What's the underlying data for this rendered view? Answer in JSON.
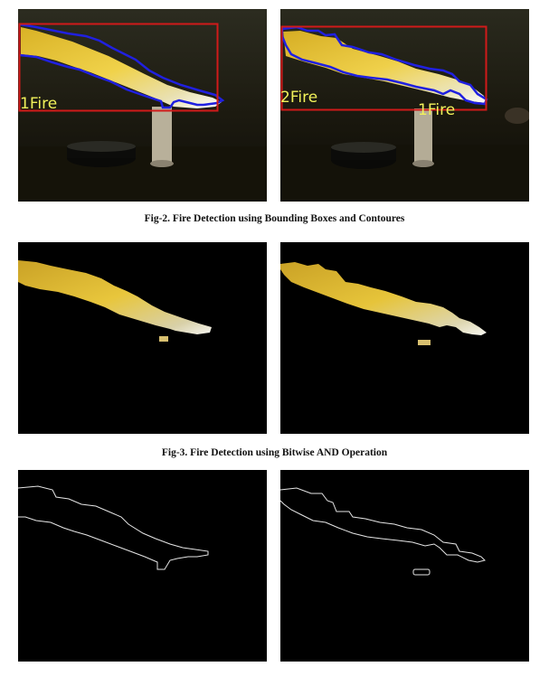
{
  "figures": [
    {
      "caption": "Fig-2. Fire Detection using Bounding Boxes and Contoures",
      "panels": [
        {
          "labels": [
            "1Fire"
          ]
        },
        {
          "labels": [
            "2Fire",
            "1Fire"
          ]
        }
      ]
    },
    {
      "caption": "Fig-3. Fire Detection using Bitwise AND Operation",
      "panels": [
        {},
        {}
      ]
    },
    {
      "caption": "",
      "panels": [
        {},
        {}
      ]
    }
  ],
  "colors": {
    "bounding_box": "#d11a1a",
    "contour": "#2020e0",
    "label": "#f2f25a",
    "flame": "#e8c23a",
    "edge": "#e6e6e6"
  }
}
